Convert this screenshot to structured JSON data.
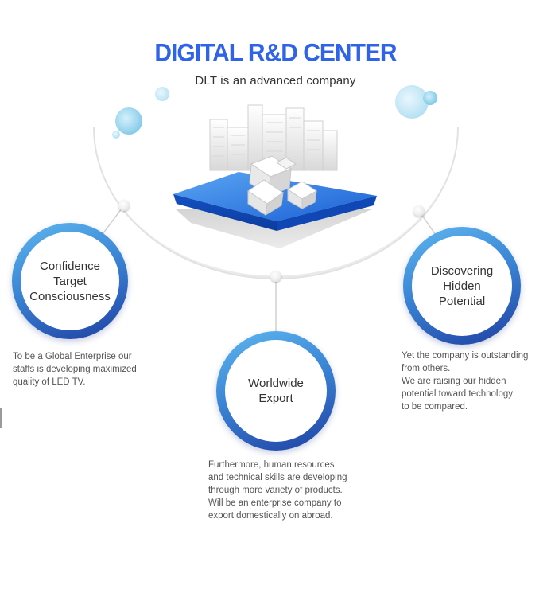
{
  "header": {
    "title": "DIGITAL R&D CENTER",
    "subtitle": "DLT is an advanced company"
  },
  "colors": {
    "title": "#2f63e8",
    "ring_light": "#5fb7ef",
    "ring_dark": "#1f3fa2",
    "platform": "#1e6fe0"
  },
  "features": [
    {
      "label": "Confidence\nTarget\nConsciousness",
      "description": "To be a Global Enterprise our\nstaffs is developing maximized\nquality of LED TV."
    },
    {
      "label": "Worldwide\nExport",
      "description": "Furthermore, human resources\nand technical skills are developing\nthrough more variety of products.\nWill be an enterprise company to\nexport domestically on abroad."
    },
    {
      "label": "Discovering\nHidden\nPotential",
      "description": "Yet the company is outstanding\nfrom others.\nWe are raising our hidden\npotential toward technology\nto be compared."
    }
  ]
}
